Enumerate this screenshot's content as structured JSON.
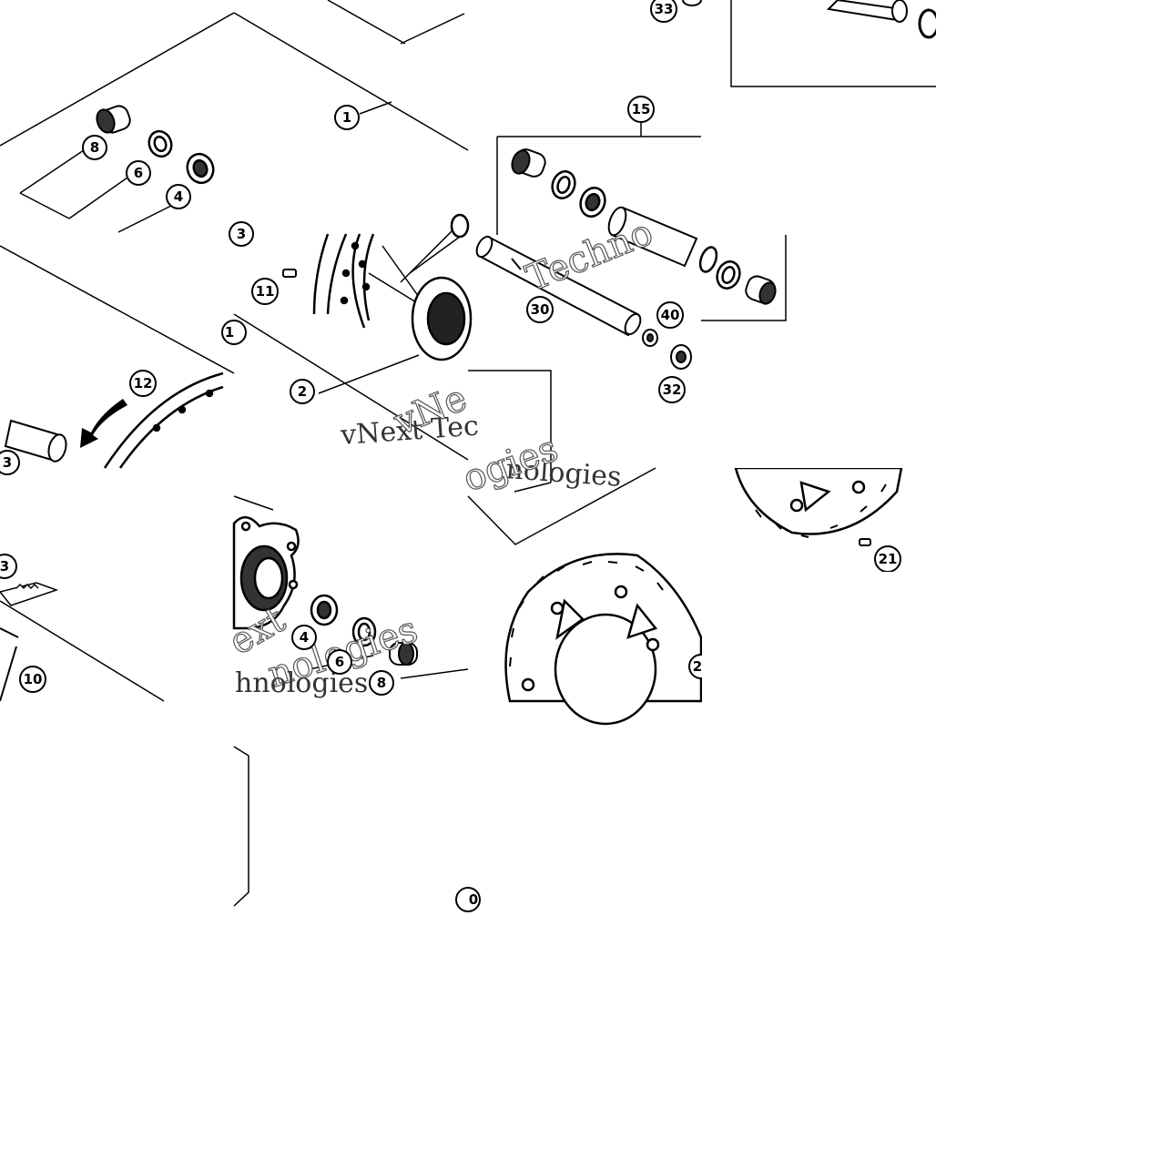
{
  "diagram": {
    "watermark_primary": "vNext Tec",
    "watermark_secondary": "nologies",
    "watermark_ghost_1": "Techno",
    "watermark_ghost_2": "vNe",
    "watermark_ghost_3": "ext",
    "watermark_ghost_4": "nologies",
    "watermark_fragment_1": "hnologies",
    "watermark_fragment_2": "ogies"
  },
  "callouts": {
    "c1_top": "1",
    "c1_edge": "1",
    "c2": "2",
    "c3_a": "3",
    "c3_b": "3",
    "c3_top": "3",
    "c4_a": "4",
    "c4_b": "4",
    "c6_a": "6",
    "c6_b": "6",
    "c8_a": "8",
    "c8_b": "8",
    "c10": "10",
    "c10_edge": "0",
    "c11": "11",
    "c12": "12",
    "c15": "15",
    "c21": "21",
    "c2x_edge": "2",
    "c30": "30",
    "c32": "32",
    "c33": "33",
    "c40": "40"
  }
}
